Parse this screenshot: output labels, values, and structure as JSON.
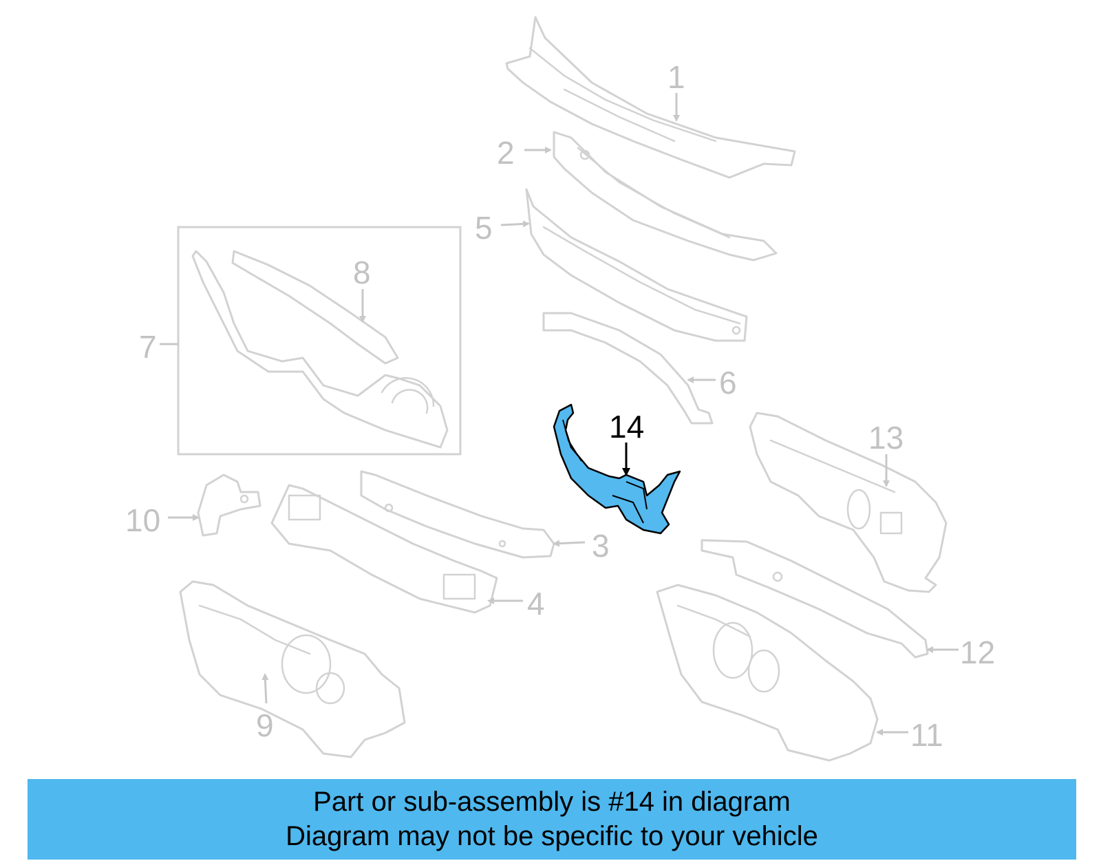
{
  "diagram": {
    "callouts": {
      "c1": "1",
      "c2": "2",
      "c3": "3",
      "c4": "4",
      "c5": "5",
      "c6": "6",
      "c7": "7",
      "c8": "8",
      "c9": "9",
      "c10": "10",
      "c11": "11",
      "c12": "12",
      "c13": "13",
      "c14": "14"
    },
    "highlighted_part": "14",
    "colors": {
      "highlight_fill": "#54b9ee",
      "ghost_stroke": "#d2d2d2",
      "banner": "#4fb8ee"
    }
  },
  "caption": {
    "line1": "Part or sub-assembly is #14 in diagram",
    "line2": "Diagram may not be specific to your vehicle"
  }
}
